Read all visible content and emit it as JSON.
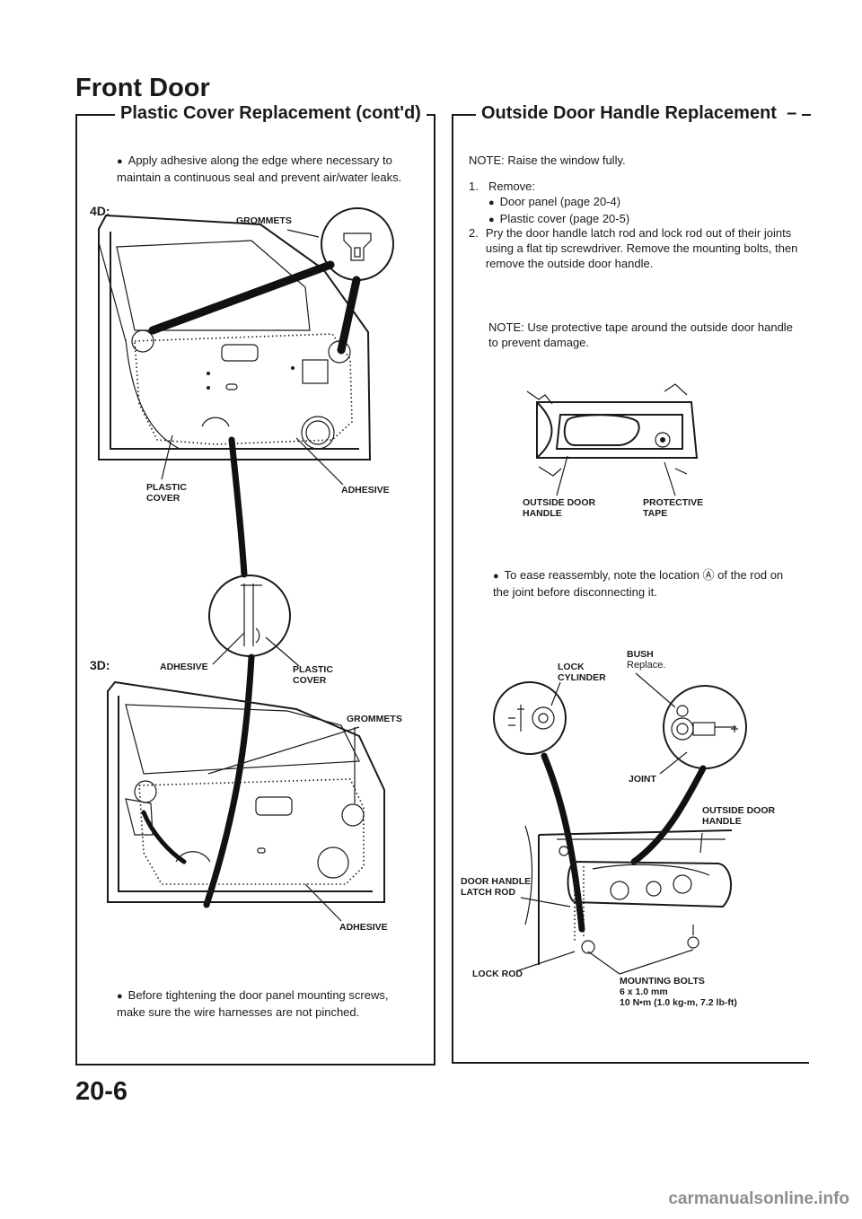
{
  "page_title": "Front Door",
  "left_section": {
    "title": "Plastic Cover Replacement (cont'd)",
    "note_adhesive": "Apply adhesive along the edge where necessary to maintain a continuous seal and prevent air/water leaks.",
    "label_4d": "4D:",
    "label_3d": "3D:",
    "callouts": {
      "grommets_4d": "GROMMETS",
      "plastic_cover_4d": "PLASTIC\nCOVER",
      "adhesive_4d": "ADHESIVE",
      "adhesive_detail": "ADHESIVE",
      "plastic_cover_detail": "PLASTIC\nCOVER",
      "grommets_3d": "GROMMETS",
      "adhesive_3d": "ADHESIVE"
    },
    "note_tighten": "Before tightening the door panel mounting screws, make sure the wire harnesses are not pinched."
  },
  "right_section": {
    "title": "Outside Door Handle Replacement",
    "note_raise": "NOTE: Raise the window fully.",
    "step1_num": "1.",
    "step1_text": "Remove:",
    "step1_items": [
      "Door panel (page 20-4)",
      "Plastic cover (page 20-5)"
    ],
    "step2_num": "2.",
    "step2_text": "Pry the door handle latch rod and lock rod out of their joints using a flat tip screwdriver. Remove the mounting bolts, then remove the outside door handle.",
    "note_tape": "NOTE: Use protective tape around the outside door handle to prevent damage.",
    "callouts": {
      "outside_door_handle_1": "OUTSIDE DOOR\nHANDLE",
      "protective_tape": "PROTECTIVE\nTAPE",
      "lock_cylinder": "LOCK\nCYLINDER",
      "bush": "BUSH",
      "bush_replace": "Replace.",
      "joint": "JOINT",
      "outside_door_handle_2": "OUTSIDE DOOR\nHANDLE",
      "door_handle_latch_rod": "DOOR HANDLE\nLATCH ROD",
      "lock_rod": "LOCK ROD",
      "mounting_bolts": "MOUNTING BOLTS",
      "bolt_size": "6 x 1.0 mm",
      "bolt_torque": "10 N•m (1.0 kg-m, 7.2 lb-ft)"
    },
    "note_reassembly": "To ease reassembly, note the location Ⓐ of the rod on the joint before disconnecting it."
  },
  "page_number": "20-6",
  "footer_watermark": "carmanualsonline.info"
}
